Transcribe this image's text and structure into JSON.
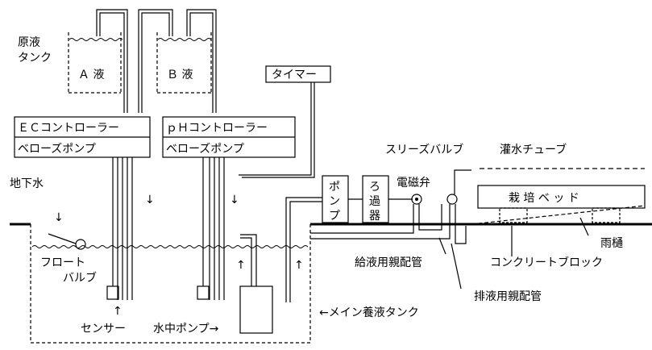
{
  "labels": {
    "genneki_tank_1": "原液",
    "genneki_tank_2": "タンク",
    "a_eki": "Ａ 液",
    "b_eki": "Ｂ 液",
    "timer": "タイマー",
    "ec_controller": "ＥＣコントローラー",
    "ec_pump": "ベローズポンプ",
    "ph_controller": "ｐＨコントローラー",
    "ph_pump": "ベローズポンプ",
    "groundwater": "地下水",
    "pump_1": "ポ",
    "pump_2": "ン",
    "pump_3": "プ",
    "filter_1": "ろ",
    "filter_2": "過",
    "filter_3": "器",
    "solenoid_valve": "電磁弁",
    "sleeve_valve": "スリーズバルブ",
    "irrigation_tube": "灌水チューブ",
    "cultivation_bed": "栽 培 ベ ッ ド",
    "rain_gutter": "雨樋",
    "float_valve_1": "フロート",
    "float_valve_2": "バルブ",
    "supply_pipe": "給液用親配管",
    "concrete_block": "コンクリートブロック",
    "drain_pipe": "排液用親配管",
    "sensor": "センサー",
    "submersible_pump": "水中ポンプ→",
    "main_tank": "←メイン養液タンク",
    "arrow_up": "↑",
    "arrow_down": "↓"
  }
}
